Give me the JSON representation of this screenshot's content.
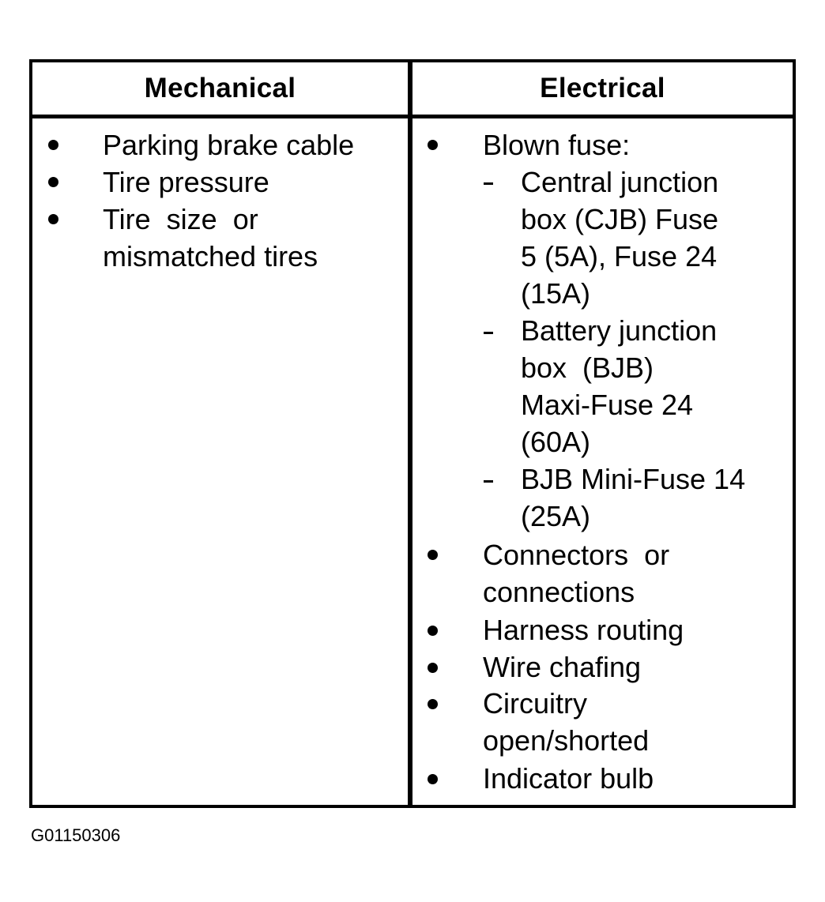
{
  "table": {
    "headers": {
      "mechanical": "Mechanical",
      "electrical": "Electrical"
    },
    "mechanical_items": [
      {
        "lines": [
          "Parking brake cable"
        ]
      },
      {
        "lines": [
          "Tire pressure"
        ]
      },
      {
        "lines": [
          "Tire  size  or",
          "mismatched tires"
        ]
      }
    ],
    "electrical_items": [
      {
        "lines": [
          "Blown fuse:"
        ],
        "subitems": [
          {
            "lines": [
              "Central junction",
              "box (CJB) Fuse",
              "5 (5A), Fuse 24",
              "(15A)"
            ]
          },
          {
            "lines": [
              "Battery junction",
              "box  (BJB)",
              "Maxi-Fuse 24",
              "(60A)"
            ]
          },
          {
            "lines": [
              "BJB Mini-Fuse 14",
              "(25A)"
            ]
          }
        ]
      },
      {
        "lines": [
          "Connectors  or",
          "connections"
        ]
      },
      {
        "lines": [
          "Harness routing"
        ]
      },
      {
        "lines": [
          "Wire chafing"
        ]
      },
      {
        "lines": [
          "Circuitry",
          "open/shorted"
        ]
      },
      {
        "lines": [
          "Indicator bulb"
        ]
      }
    ]
  },
  "figure_id": "G01150306"
}
